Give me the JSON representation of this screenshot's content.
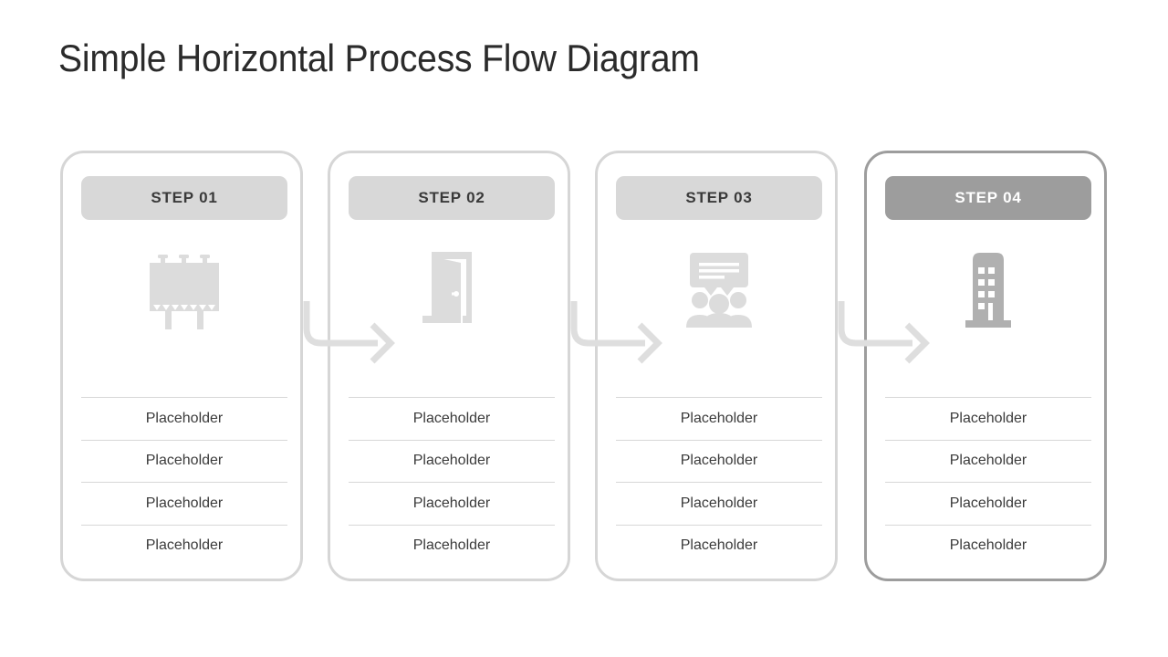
{
  "page": {
    "title": "Simple Horizontal Process Flow Diagram",
    "background": "#ffffff",
    "accent_active": "#9d9d9d",
    "badge_color": "#d8d8d8",
    "border_color": "#d6d6d6",
    "icon_color": "#dcdcdc",
    "text_color": "#3b3b3b"
  },
  "steps": [
    {
      "id": "step-01",
      "badge_label": "STEP 01",
      "icon": "billboard-icon",
      "active": false,
      "items": [
        "Placeholder",
        "Placeholder",
        "Placeholder",
        "Placeholder"
      ]
    },
    {
      "id": "step-02",
      "badge_label": "STEP 02",
      "icon": "open-door-icon",
      "active": false,
      "items": [
        "Placeholder",
        "Placeholder",
        "Placeholder",
        "Placeholder"
      ]
    },
    {
      "id": "step-03",
      "badge_label": "STEP 03",
      "icon": "presentation-audience-icon",
      "active": false,
      "items": [
        "Placeholder",
        "Placeholder",
        "Placeholder",
        "Placeholder"
      ]
    },
    {
      "id": "step-04",
      "badge_label": "STEP 04",
      "icon": "office-building-icon",
      "active": true,
      "items": [
        "Placeholder",
        "Placeholder",
        "Placeholder",
        "Placeholder"
      ]
    }
  ],
  "connectors": [
    {
      "id": "connector-1-2",
      "icon": "curved-arrow-right-icon"
    },
    {
      "id": "connector-2-3",
      "icon": "curved-arrow-right-icon"
    },
    {
      "id": "connector-3-4",
      "icon": "curved-arrow-right-icon"
    }
  ]
}
